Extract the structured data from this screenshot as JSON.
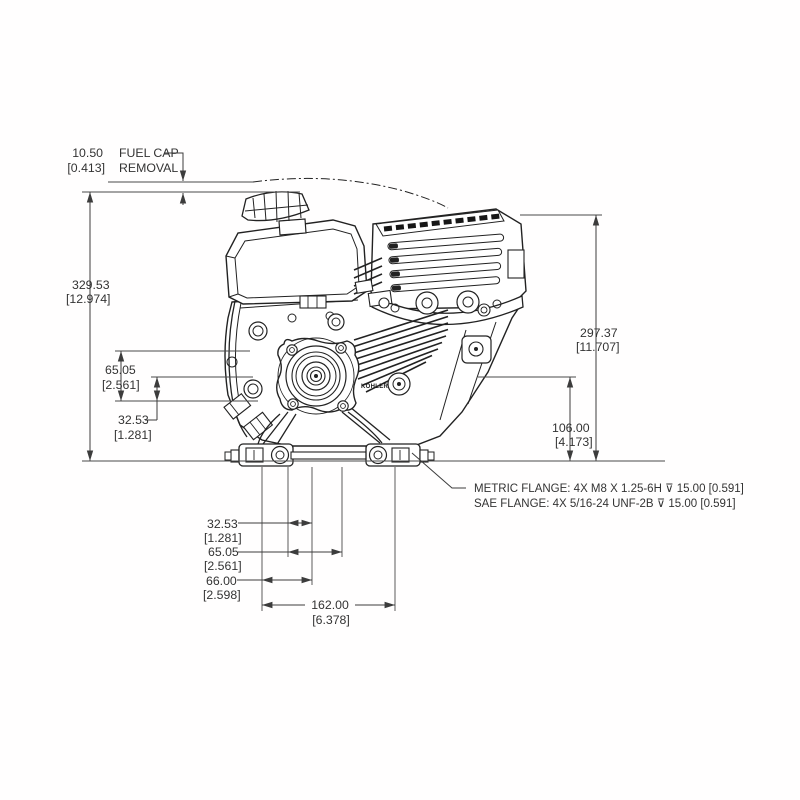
{
  "drawing": {
    "title": "Kohler horizontal-shaft engine dimension drawing",
    "brand_label": "KOHLER",
    "fuel_cap_note": {
      "line1": "FUEL CAP",
      "line2": "REMOVAL"
    },
    "dimensions": {
      "fuel_cap_gap": {
        "mm": "10.50",
        "in": "[0.413]"
      },
      "overall_height": {
        "mm": "329.53",
        "in": "[12.974]"
      },
      "left_bolt_spacing": {
        "mm": "65.05",
        "in": "[2.561]"
      },
      "left_center_offset": {
        "mm": "32.53",
        "in": "[1.281]"
      },
      "muffler_height": {
        "mm": "297.37",
        "in": "[11.707]"
      },
      "crank_center_height": {
        "mm": "106.00",
        "in": "[4.173]"
      },
      "base_offset_small": {
        "mm": "32.53",
        "in": "[1.281]"
      },
      "base_offset_mid": {
        "mm": "65.05",
        "in": "[2.561]"
      },
      "base_offset_large": {
        "mm": "66.00",
        "in": "[2.598]"
      },
      "base_width": {
        "mm": "162.00",
        "in": "[6.378]"
      }
    },
    "notes": {
      "metric_flange": "METRIC FLANGE: 4X M8 X 1.25-6H ⊽ 15.00 [0.591]",
      "sae_flange": "SAE FLANGE: 4X 5/16-24 UNF-2B ⊽ 15.00 [0.591]"
    },
    "colors": {
      "background": "#ffffff",
      "line_art": "#222222",
      "dimension_lines": "#3c3c3c",
      "text": "#333333"
    }
  }
}
